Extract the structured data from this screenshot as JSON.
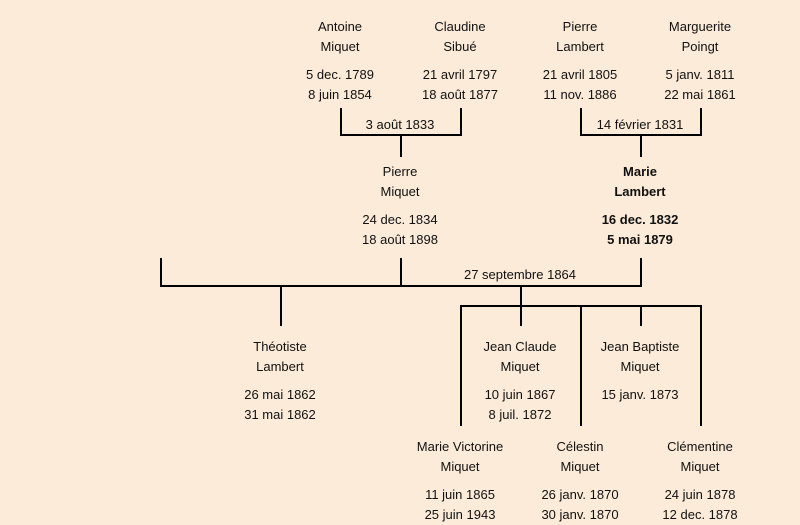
{
  "people": {
    "antoine": {
      "first": "Antoine",
      "last": "Miquet",
      "birth": "5 dec. 1789",
      "death": "8 juin 1854"
    },
    "claudine": {
      "first": "Claudine",
      "last": "Sibué",
      "birth": "21 avril 1797",
      "death": "18 août 1877"
    },
    "pierre_l": {
      "first": "Pierre",
      "last": "Lambert",
      "birth": "21 avril 1805",
      "death": "11 nov. 1886"
    },
    "marguerite": {
      "first": "Marguerite",
      "last": "Poingt",
      "birth": "5 janv. 1811",
      "death": "22 mai 1861"
    },
    "pierre_m": {
      "first": "Pierre",
      "last": "Miquet",
      "birth": "24 dec. 1834",
      "death": "18 août 1898"
    },
    "marie": {
      "first": "Marie",
      "last": "Lambert",
      "birth": "16 dec. 1832",
      "death": "5 mai 1879"
    },
    "theotiste": {
      "first": "Théotiste",
      "last": "Lambert",
      "birth": "26 mai 1862",
      "death": "31 mai 1862"
    },
    "jean_claude": {
      "first": "Jean Claude",
      "last": "Miquet",
      "birth": "10 juin 1867",
      "death": "8 juil. 1872"
    },
    "jean_baptiste": {
      "first": "Jean Baptiste",
      "last": "Miquet",
      "birth": "15 janv. 1873"
    },
    "marie_victorine": {
      "first": "Marie Victorine",
      "last": "Miquet",
      "birth": "11 juin 1865",
      "death": "25 juin 1943"
    },
    "celestin": {
      "first": "Célestin",
      "last": "Miquet",
      "birth": "26 janv. 1870",
      "death": "30 janv. 1870"
    },
    "clementine": {
      "first": "Clémentine",
      "last": "Miquet",
      "birth": "24 juin 1878",
      "death": "12 dec. 1878"
    }
  },
  "marriages": {
    "miquet_sibue": "3 août 1833",
    "lambert_poingt": "14 février 1831",
    "miquet_lambert": "27 septembre 1864"
  }
}
